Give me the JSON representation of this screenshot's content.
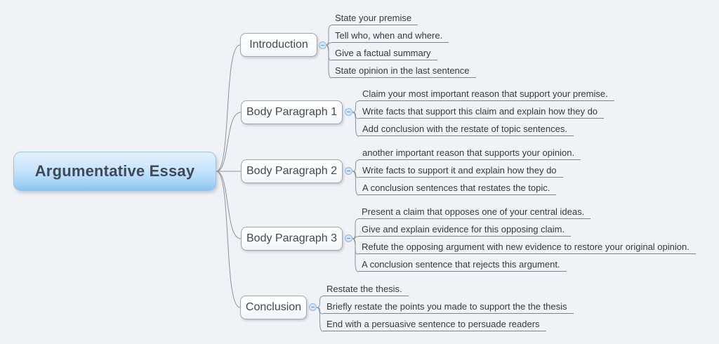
{
  "app": {
    "view": "mind-map"
  },
  "root": {
    "label": "Argumentative Essay"
  },
  "branches": [
    {
      "label": "Introduction",
      "items": [
        "State your premise",
        "Tell who, when and where.",
        "Give a factual summary",
        "State opinion in the last sentence"
      ]
    },
    {
      "label": "Body Paragraph 1",
      "items": [
        "Claim your most important reason that support your premise.",
        "Write facts that support this claim and explain how they do",
        "Add conclusion with the restate of topic sentences."
      ]
    },
    {
      "label": "Body Paragraph 2",
      "items": [
        "another important reason that supports your opinion.",
        "Write facts to support it and explain how they do",
        "A conclusion sentences that restates the topic."
      ]
    },
    {
      "label": "Body Paragraph 3",
      "items": [
        "Present a claim that opposes one of your central ideas.",
        "Give and explain evidence for this opposing claim.",
        "Refute the opposing argument with new evidence to restore your original opinion.",
        "A conclusion sentence that rejects this argument."
      ]
    },
    {
      "label": "Conclusion",
      "items": [
        "Restate the thesis.",
        "Briefly restate the points you made to support the the thesis",
        "End with a persuasive sentence to persuade readers"
      ]
    }
  ],
  "colors": {
    "canvas_bg": "#f0f2f6",
    "root_fill_top": "#e2f1fd",
    "root_fill_bottom": "#8ac3ef",
    "root_text": "#3d4a59",
    "branch_border": "#a2a6ad",
    "branch_text": "#46484d",
    "leaf_text": "#37393c",
    "line": "#8b929c",
    "collapse_fill": "#d3e6f7",
    "collapse_border": "#92b9dc"
  }
}
